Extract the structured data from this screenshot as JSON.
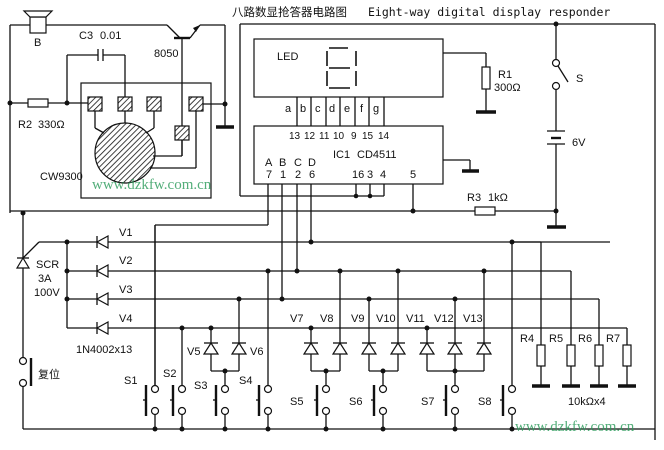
{
  "title": {
    "chinese": "八路数显抢答器电路图",
    "english": "Eight-way digital display responder"
  },
  "watermark": "www.dzkfw.com.cn",
  "speaker": {
    "label": "B"
  },
  "capacitor": {
    "label": "C3",
    "value": "0.01"
  },
  "transistor": {
    "label": "8050"
  },
  "r2": {
    "label": "R2",
    "value": "330Ω"
  },
  "music_ic": {
    "label": "CW9300"
  },
  "display": {
    "label": "LED",
    "segments": [
      "a",
      "b",
      "c",
      "d",
      "e",
      "f",
      "g"
    ]
  },
  "r1": {
    "label": "R1",
    "value": "300Ω"
  },
  "decoder": {
    "label": "IC1",
    "part": "CD4511",
    "out_pins": [
      "13",
      "12",
      "11",
      "10",
      "9",
      "15",
      "14"
    ],
    "in_names": [
      "A",
      "B",
      "C",
      "D"
    ],
    "in_pins": [
      "7",
      "1",
      "2",
      "6"
    ],
    "misc_pins": [
      "16",
      "3",
      "4"
    ],
    "le_pin": "5"
  },
  "power": {
    "switch": "S",
    "battery": "6V"
  },
  "r3": {
    "label": "R3",
    "value": "1kΩ"
  },
  "scr": {
    "label": "SCR",
    "current": "3A",
    "voltage": "100V"
  },
  "diodes": {
    "labels": [
      "V1",
      "V2",
      "V3",
      "V4",
      "V5",
      "V6",
      "V7",
      "V8",
      "V9",
      "V10",
      "V11",
      "V12",
      "V13"
    ],
    "part": "1N4002x13"
  },
  "reset": {
    "label": "复位"
  },
  "switches": [
    "S1",
    "S2",
    "S3",
    "S4",
    "S5",
    "S6",
    "S7",
    "S8"
  ],
  "pulldowns": {
    "labels": [
      "R4",
      "R5",
      "R6",
      "R7"
    ],
    "value": "10kΩx4"
  }
}
